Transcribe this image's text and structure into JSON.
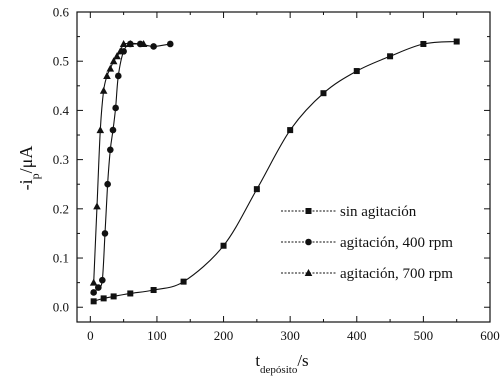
{
  "chart_data": {
    "type": "scatter",
    "xlim": [
      -20,
      600
    ],
    "ylim": [
      -0.03,
      0.6
    ],
    "x_ticks": [
      0,
      100,
      200,
      300,
      400,
      500,
      600
    ],
    "y_ticks": [
      0.0,
      0.1,
      0.2,
      0.3,
      0.4,
      0.5,
      0.6
    ],
    "x_tick_labels": [
      "0",
      "100",
      "200",
      "300",
      "400",
      "500",
      "600"
    ],
    "y_tick_labels": [
      "0.0",
      "0.1",
      "0.2",
      "0.3",
      "0.4",
      "0.5",
      "0.6"
    ],
    "xlabel": {
      "main": "t",
      "sub": "depósito",
      "suffix": "/s"
    },
    "ylabel": {
      "prefix": "-i",
      "sub": "p",
      "suffix": "/μA"
    },
    "grid": false,
    "legend_position": "right-middle",
    "series": [
      {
        "name": "sin agitación",
        "marker": "square",
        "x": [
          5,
          20,
          35,
          60,
          95,
          140,
          200,
          250,
          300,
          350,
          400,
          450,
          500,
          550
        ],
        "y": [
          0.012,
          0.018,
          0.022,
          0.028,
          0.035,
          0.052,
          0.125,
          0.24,
          0.36,
          0.435,
          0.48,
          0.51,
          0.535,
          0.54
        ]
      },
      {
        "name": "agitación, 400 rpm",
        "marker": "circle",
        "x": [
          5,
          12,
          18,
          22,
          26,
          30,
          34,
          38,
          42,
          50,
          60,
          75,
          95,
          120
        ],
        "y": [
          0.03,
          0.04,
          0.055,
          0.15,
          0.25,
          0.32,
          0.36,
          0.405,
          0.47,
          0.52,
          0.535,
          0.535,
          0.53,
          0.535
        ]
      },
      {
        "name": "agitación, 700 rpm",
        "marker": "triangle",
        "x": [
          5,
          10,
          15,
          20,
          25,
          30,
          35,
          40,
          45,
          50,
          60,
          80
        ],
        "y": [
          0.05,
          0.205,
          0.36,
          0.44,
          0.47,
          0.485,
          0.5,
          0.51,
          0.52,
          0.535,
          0.535,
          0.535
        ]
      }
    ]
  }
}
